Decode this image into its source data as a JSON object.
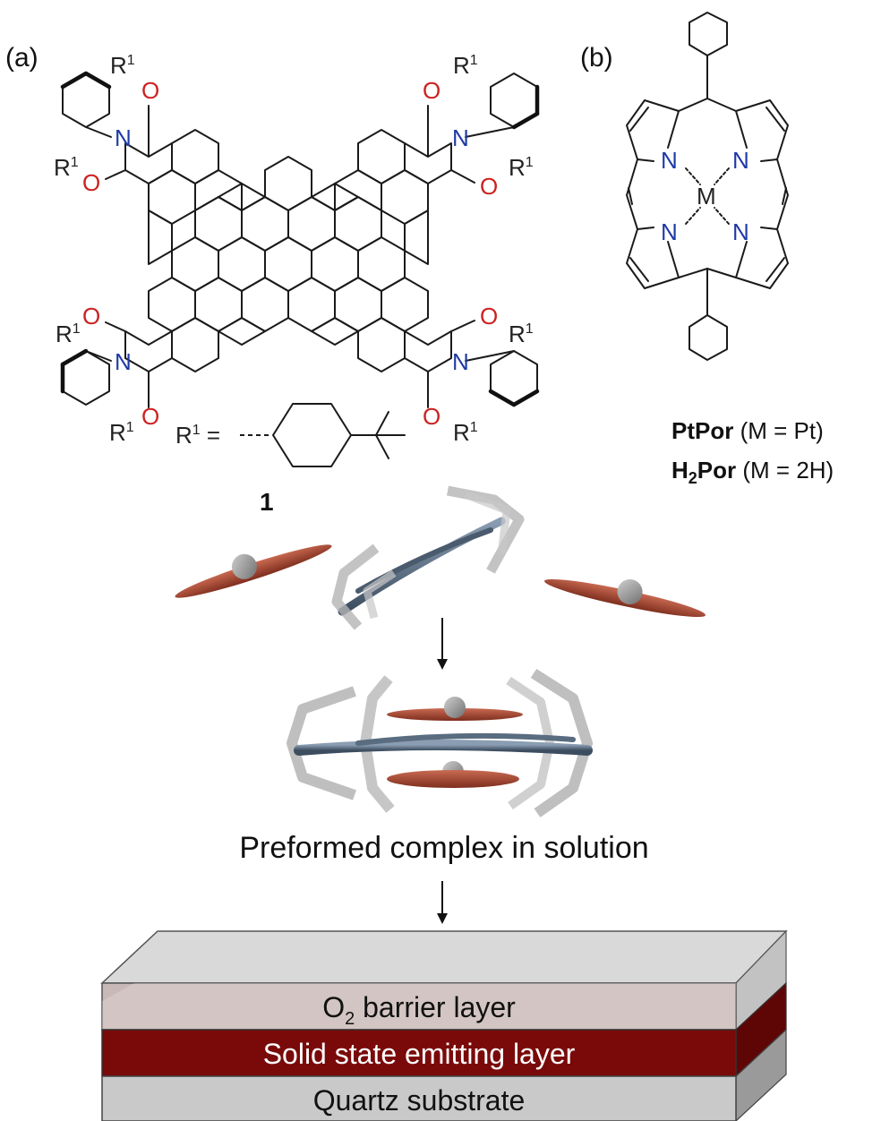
{
  "panel_a": {
    "label": "(a)",
    "r_group_label": "R",
    "r_group_superscript": "1",
    "oxygen": "O",
    "nitrogen": "N",
    "r_definition_prefix": "R",
    "r_definition_superscript": "1",
    "r_definition_equals": "=",
    "compound_number": "1"
  },
  "panel_b": {
    "label": "(b)",
    "metal": "M",
    "nitrogen": "N",
    "compound_1_name": "PtPor",
    "compound_1_note": "(M = Pt)",
    "compound_2_name_main": "H",
    "compound_2_name_sub": "2",
    "compound_2_name_rest": "Por",
    "compound_2_note": "(M = 2H)"
  },
  "scheme": {
    "caption": "Preformed complex in solution",
    "arrow_icon": "down-arrow-icon"
  },
  "device_stack": {
    "layers": [
      {
        "label_main": "O",
        "label_sub": "2",
        "label_rest": " barrier layer",
        "color": "#c8b8b6"
      },
      {
        "label_main": "Solid state emitting layer",
        "label_sub": "",
        "label_rest": "",
        "color": "#7a0a0a"
      },
      {
        "label_main": "Quartz substrate",
        "label_sub": "",
        "label_rest": "",
        "color": "#c9c9c9"
      }
    ]
  },
  "colors": {
    "porphyrin_disc": "#b5503a",
    "macrocycle": "#5c6f84",
    "cage_gray": "#b0b0b0",
    "oxygen": "#cc2222",
    "nitrogen": "#1f3aa6"
  }
}
